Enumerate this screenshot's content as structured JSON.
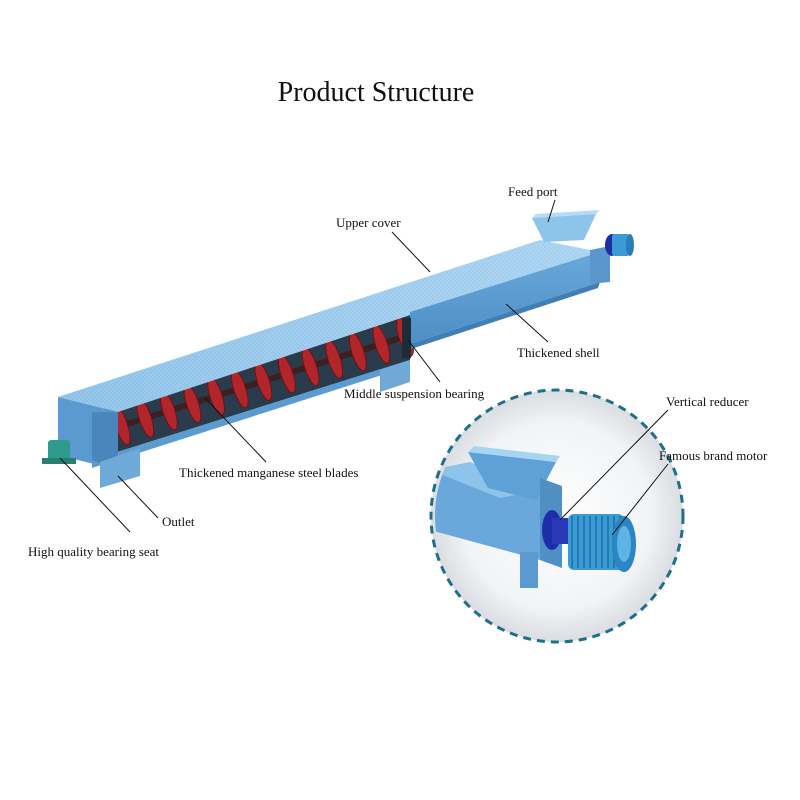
{
  "title": "Product Structure",
  "labels": {
    "feed_port": "Feed port",
    "upper_cover": "Upper cover",
    "thickened_shell": "Thickened shell",
    "middle_suspension_bearing": "Middle suspension bearing",
    "vertical_reducer": "Vertical reducer",
    "famous_brand_motor": "Famous brand motor",
    "blades": "Thickened manganese steel blades",
    "outlet": "Outlet",
    "bearing_seat": "High quality bearing seat"
  },
  "colors": {
    "shell": "#7fb6e0",
    "shell_dark": "#4f8fc4",
    "shell_light": "#a9d0ef",
    "blade": "#b0262a",
    "blade_dark": "#6e1216",
    "circle_dash": "#1f6f8b",
    "motor": "#2e8fc8",
    "reducer": "#1d2fa8",
    "bearing_seat": "#2e9b8c"
  }
}
